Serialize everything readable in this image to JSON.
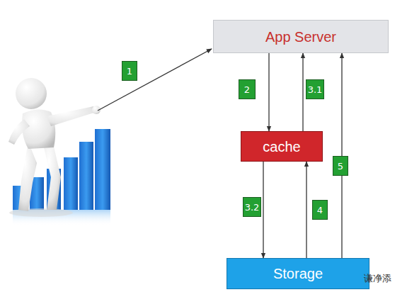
{
  "diagram": {
    "nodes": [
      {
        "text": [
          "App Server"
        ]
      },
      {
        "text": [
          "cache"
        ]
      },
      {
        "text": [
          "Storage"
        ]
      }
    ],
    "edges": [
      {
        "from": 0,
        "to": 1,
        "arrow": "to",
        "label": "2"
      },
      {
        "from": 1,
        "to": 0,
        "arrow": "to",
        "label": "3.1"
      },
      {
        "from": 1,
        "to": 2,
        "arrow": "to",
        "label": "3.2"
      },
      {
        "from": 2,
        "to": 1,
        "arrow": "to",
        "label": "4"
      },
      {
        "from": 2,
        "to": 0,
        "arrow": "to",
        "label": "5"
      }
    ],
    "labels": [
      "1",
      "谦净添"
    ]
  }
}
